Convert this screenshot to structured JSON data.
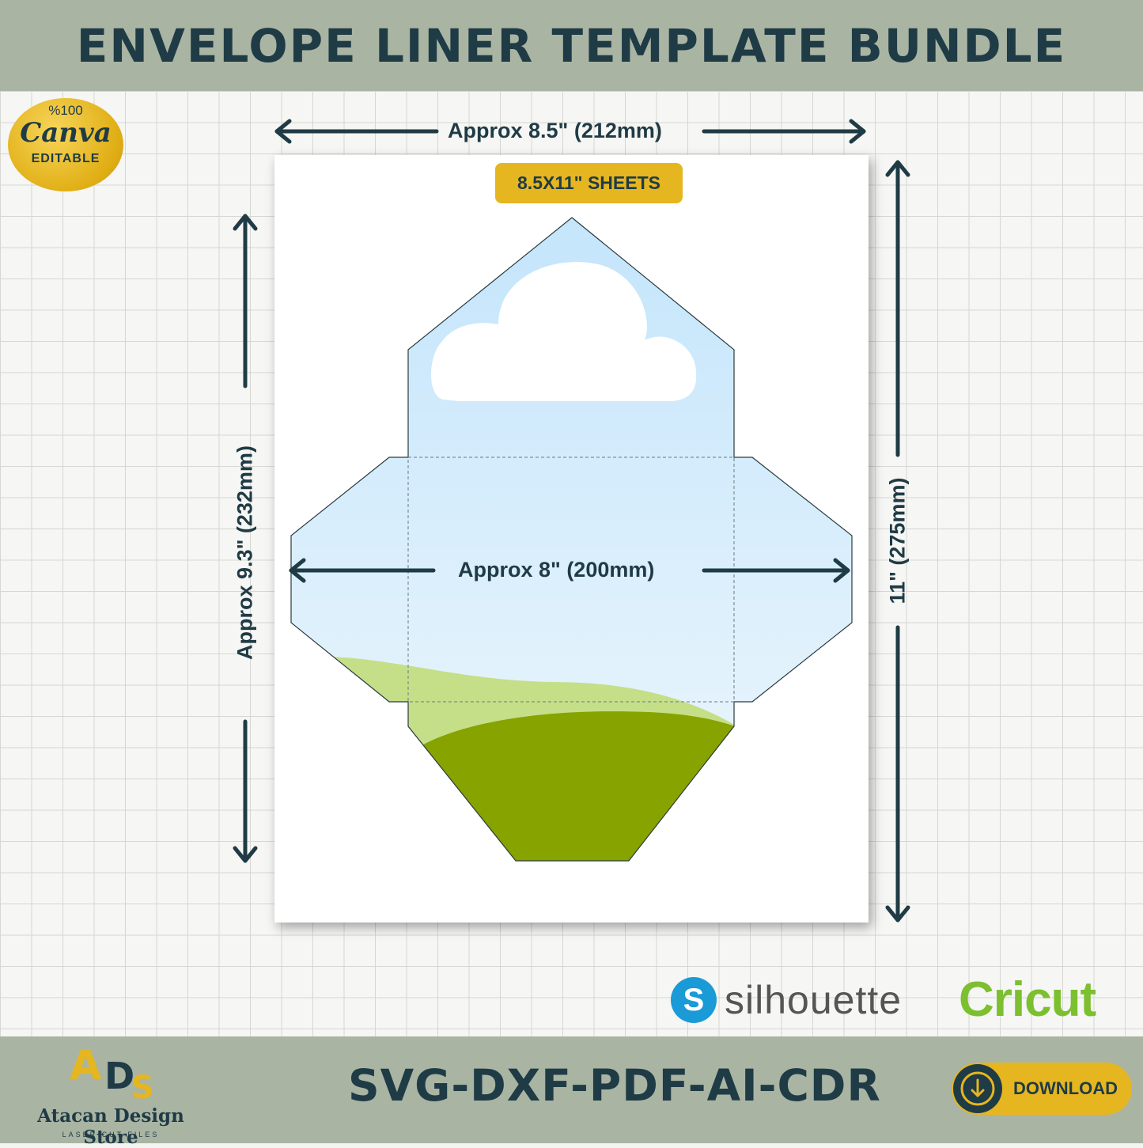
{
  "header": {
    "title": "ENVELOPE LINER TEMPLATE BUNDLE"
  },
  "badge": {
    "percent": "%100",
    "brand": "Canva",
    "editable": "EDITABLE"
  },
  "sheet": {
    "tag": "8.5X11\" SHEETS",
    "width_label": "Approx 8.5\" (212mm)",
    "height_label": "11\" (275mm)"
  },
  "envelope": {
    "width_label": "Approx 8\" (200mm)",
    "height_label": "Approx 9.3\" (232mm)"
  },
  "brands": {
    "silhouette_icon": "S",
    "silhouette": "silhouette",
    "cricut": "Cricut"
  },
  "footer": {
    "store_logo": "ADS",
    "store_name": "Atacan Design Store",
    "store_sub": "LASER CUT FILES",
    "formats": "SVG-DXF-PDF-AI-CDR",
    "download": "DOWNLOAD"
  },
  "colors": {
    "header_bg": "#a9b4a3",
    "navy": "#1f3b45",
    "gold": "#e5b620",
    "sky": "#cde9fb",
    "grass_light": "#c5df88",
    "grass_dark": "#86a300",
    "silhouette_blue": "#1a9ad6",
    "cricut_green": "#7cbf2f"
  }
}
